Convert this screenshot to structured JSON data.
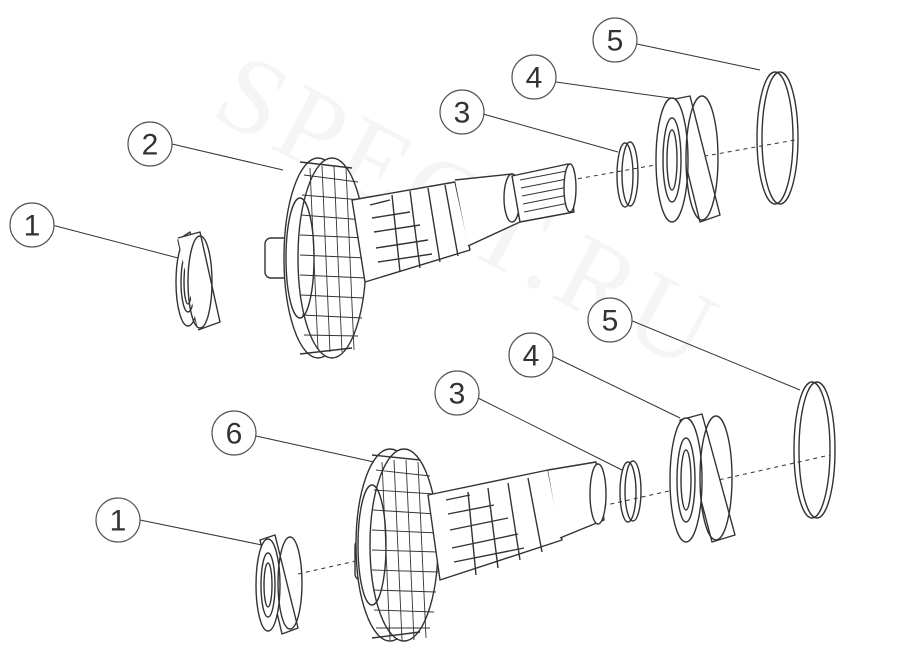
{
  "watermark": "SPECT.RU",
  "callouts": {
    "top_1": "1",
    "top_2": "2",
    "top_3": "3",
    "top_4": "4",
    "top_5": "5",
    "bottom_1": "1",
    "bottom_6": "6",
    "bottom_3": "3",
    "bottom_4": "4",
    "bottom_5": "5"
  },
  "colors": {
    "line": "#333333",
    "background": "#ffffff"
  }
}
